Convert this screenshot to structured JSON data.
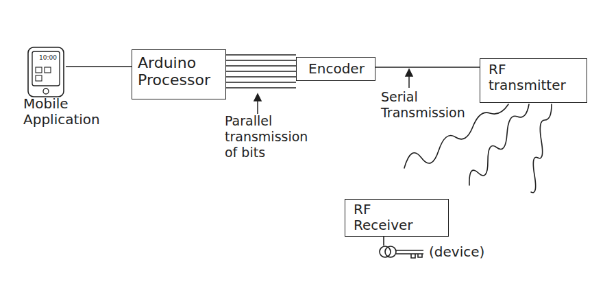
{
  "diagram": {
    "nodes": [
      {
        "text": [
          "Mobile Application"
        ]
      },
      {
        "text": [
          "Arduino Processor"
        ]
      },
      {
        "text": [
          "Encoder"
        ]
      },
      {
        "text": [
          "RF transmitter"
        ]
      },
      {
        "text": [
          "RF Receiver"
        ]
      }
    ],
    "edges": [
      {
        "from": 0,
        "to": 1,
        "arrow": "none"
      },
      {
        "from": 1,
        "to": 2,
        "arrow": "none"
      },
      {
        "from": 2,
        "to": 3,
        "arrow": "none"
      }
    ],
    "labels": [
      "10:00",
      "Parallel transmission of bits",
      "Serial Transmission",
      "(device)"
    ]
  }
}
